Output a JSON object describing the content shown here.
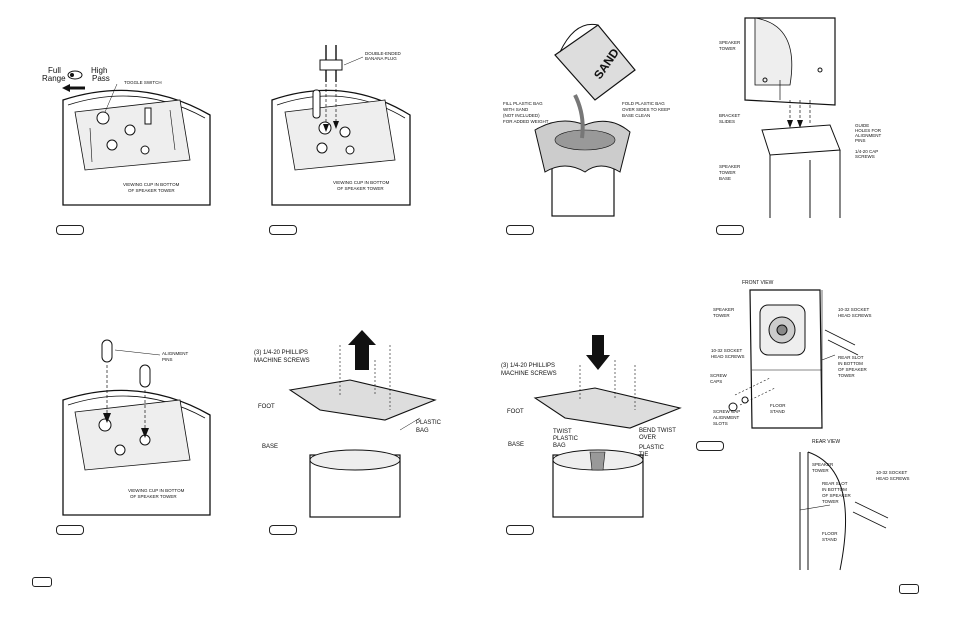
{
  "panels": {
    "p1": {
      "switch_left": "Full\nRange",
      "switch_right": "High\nPass",
      "toggle": "TOGGLE SWITCH",
      "cup": "VIEWING CUP IN BOTTOM\nOF SPEAKER TOWER"
    },
    "p2": {
      "plug": "DOUBLE-ENDED\nBANANA PLUG",
      "cup": "VIEWING CUP IN BOTTOM\nOF SPEAKER TOWER"
    },
    "p3": {
      "bucket": "SAND",
      "fill": "FILL PLASTIC BAG\nWITH SAND\n(NOT INCLUDED)\nFOR ADDED WEIGHT",
      "fold": "FOLD PLASTIC BAG\nOVER SIDES TO KEEP\nBASE CLEAN"
    },
    "p4": {
      "tower": "SPEAKER\nTOWER",
      "bracket": "BRACKET\nSLIDES",
      "guide": "GUIDE\nHOLES FOR\nALIGNMENT\nPINS",
      "cap": "1/4-20 CAP\nSCREWS",
      "base": "SPEAKER\nTOWER\nBASE"
    },
    "p5": {
      "pins": "ALIGNMENT\nPINS",
      "cup": "VIEWING CUP IN BOTTOM\nOF SPEAKER TOWER"
    },
    "p6": {
      "screws": "(3) 1/4-20 PHILLIPS\nMACHINE SCREWS",
      "foot": "FOOT",
      "bag": "PLASTIC\nBAG",
      "base": "BASE"
    },
    "p7": {
      "screws": "(3) 1/4-20 PHILLIPS\nMACHINE SCREWS",
      "foot": "FOOT",
      "twist": "TWIST\nPLASTIC\nBAG",
      "bend": "BEND TWIST\nOVER",
      "tie": "PLASTIC\nTIE",
      "base": "BASE"
    },
    "p8": {
      "front": "FRONT VIEW",
      "tower": "SPEAKER\nTOWER",
      "socket_top": "10-32 SOCKET\nHEAD SCREWS",
      "socket_left": "10-32 SOCKET\nHEAD SCREWS",
      "caps": "SCREW\nCAPS",
      "slot": "REAR SLOT\nIN BOTTOM\nOF SPEAKER\nTOWER",
      "align": "SCREW CAP\nALIGNMENT\nSLOTS",
      "stand": "FLOOR\nSTAND"
    },
    "p9": {
      "rear": "REAR VIEW",
      "tower": "SPEAKER\nTOWER",
      "slot": "REAR SLOT\nIN BOTTOM\nOF SPEAKER\nTOWER",
      "socket": "10-32 SOCKET\nHEAD SCREWS",
      "stand": "FLOOR\nSTAND"
    }
  }
}
